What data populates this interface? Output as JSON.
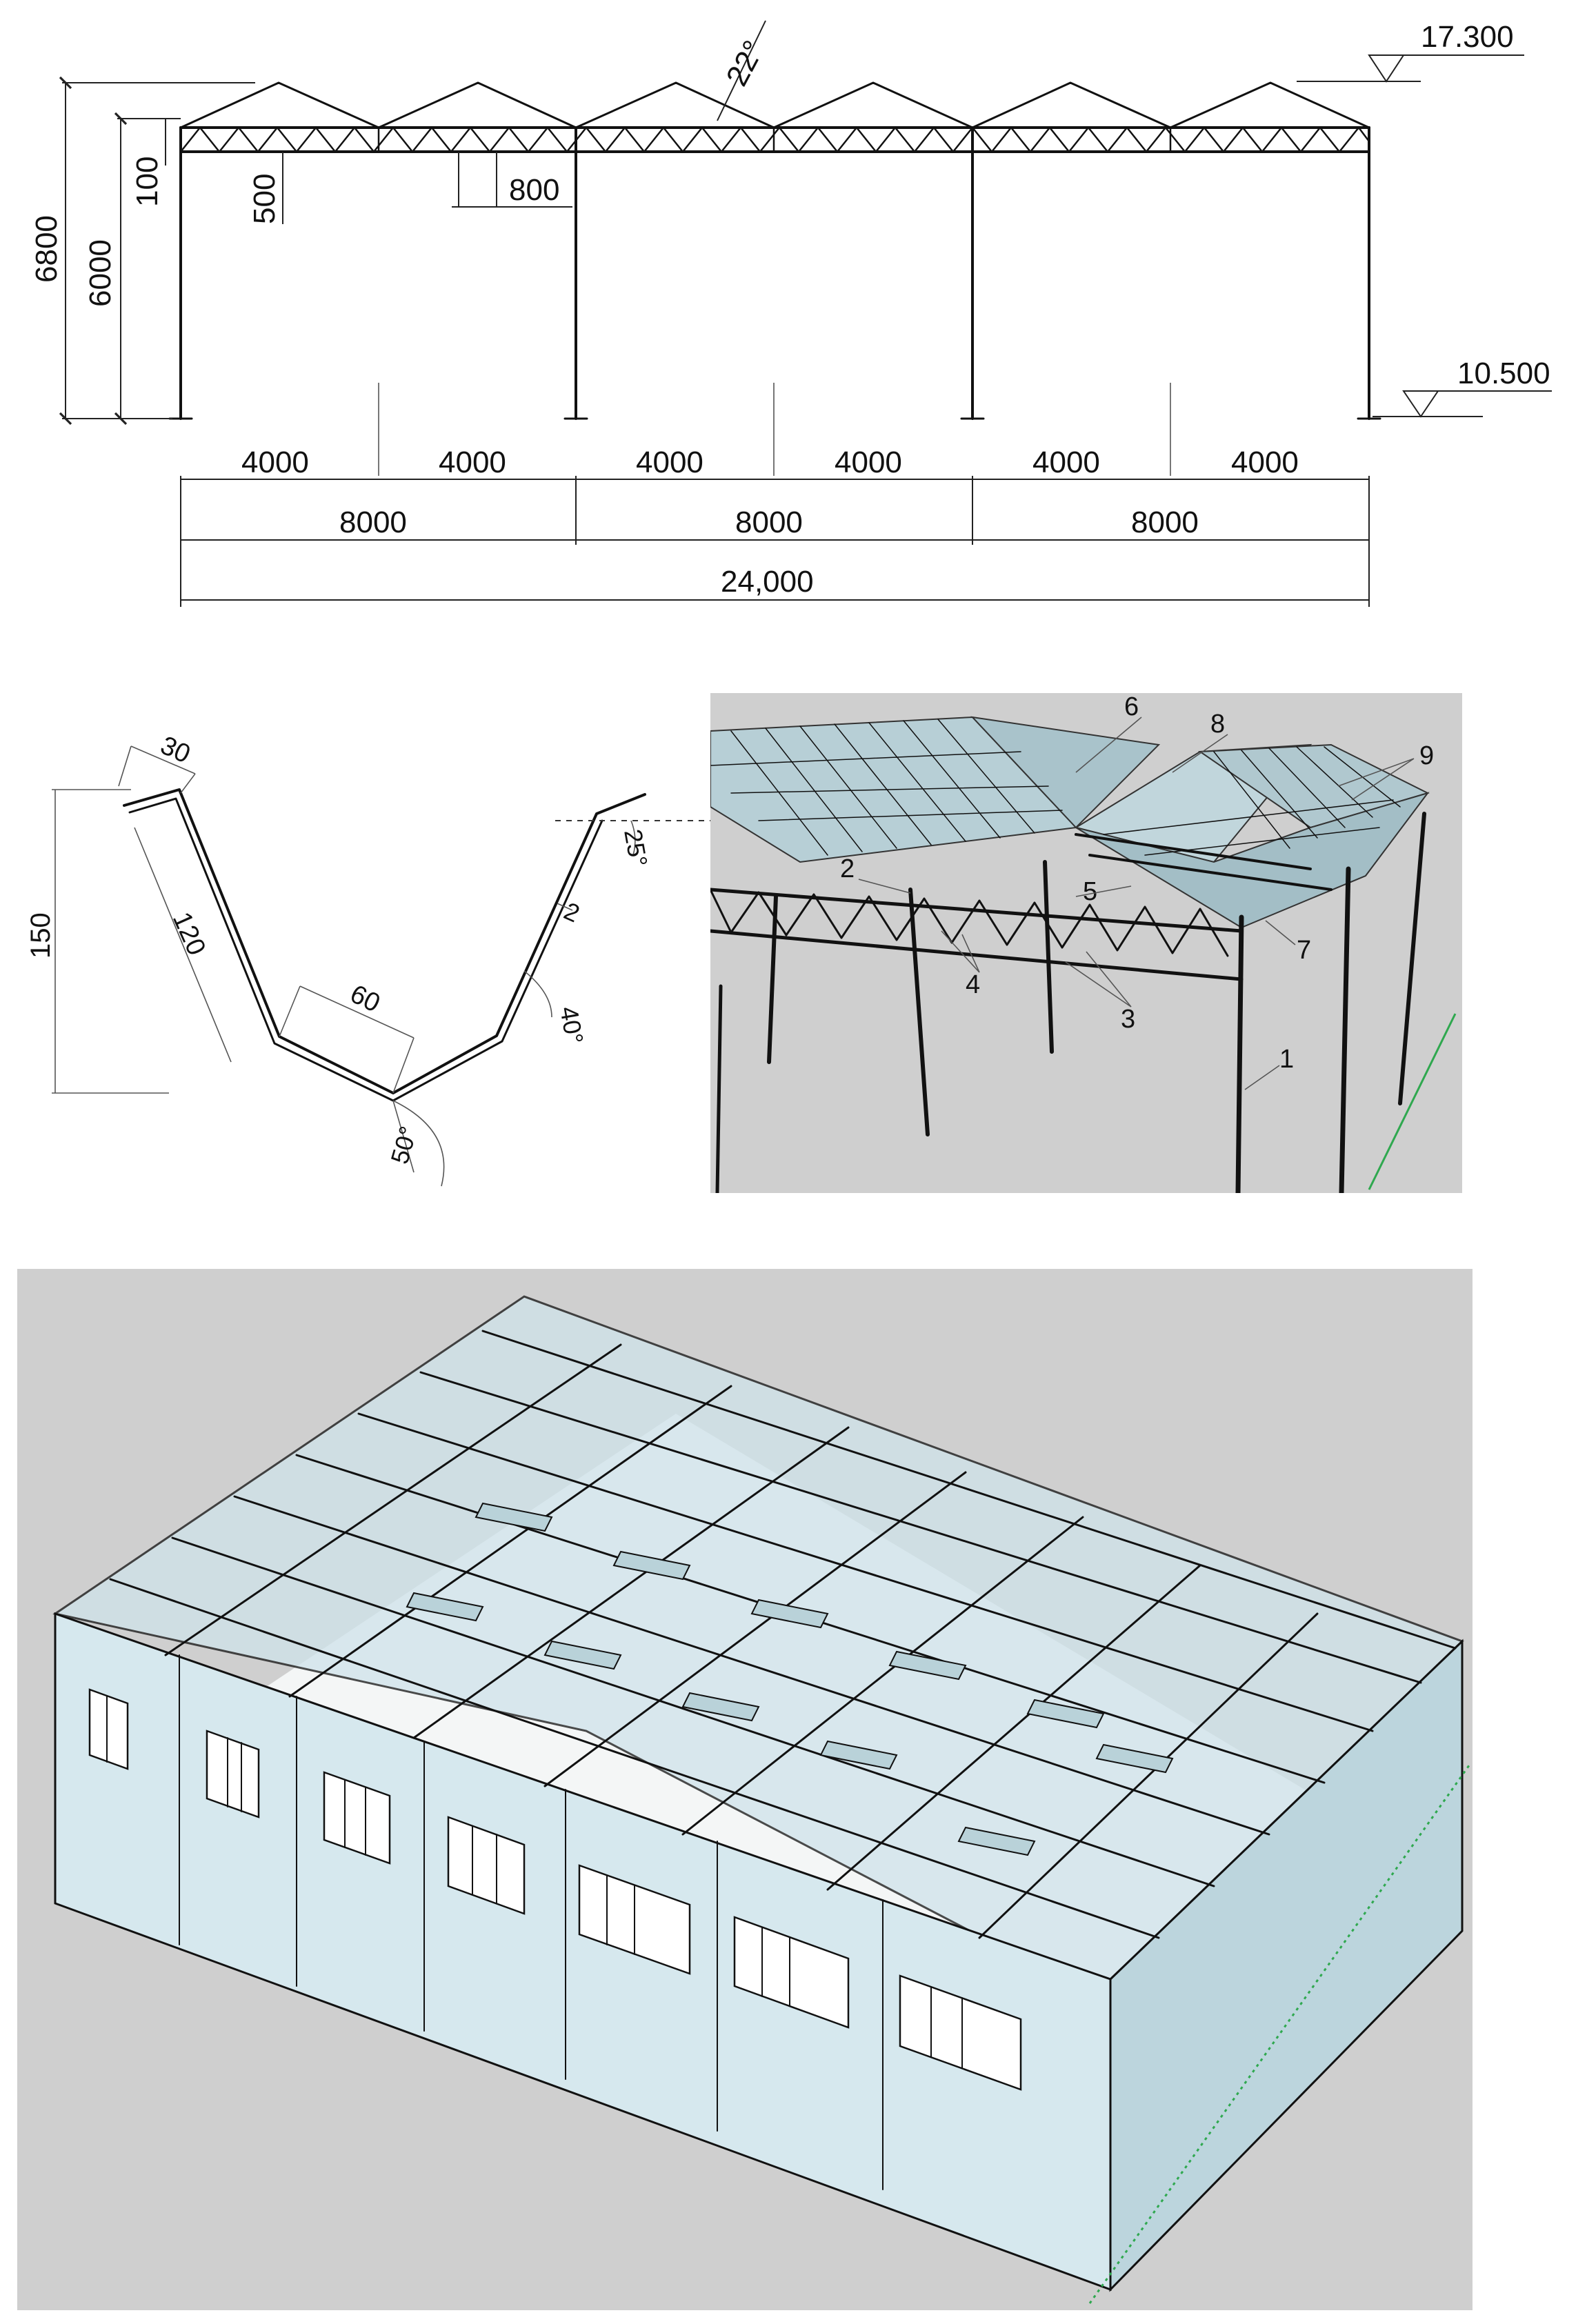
{
  "elevation": {
    "level_top": "17.300",
    "level_bottom": "10.500",
    "height_total": "6800",
    "height_column": "6000",
    "truss_offset": "100",
    "truss_depth": "500",
    "panel_width": "800",
    "roof_angle": "22°",
    "span_half": "4000",
    "span_bay": "8000",
    "span_total": "24,000"
  },
  "profile": {
    "lip": "30",
    "height": "150",
    "side": "120",
    "base": "60",
    "thickness": "2",
    "angle_top": "25°",
    "angle_right": "40°",
    "angle_bottom": "50°"
  },
  "frame_labels": [
    "1",
    "2",
    "3",
    "4",
    "5",
    "6",
    "7",
    "8",
    "9"
  ],
  "colors": {
    "line": "#111111",
    "render_bg": "#cfcfcf",
    "glass": "#d6e8ee",
    "glass_dark": "#a9c9d3",
    "floor": "#f4f6f6"
  }
}
